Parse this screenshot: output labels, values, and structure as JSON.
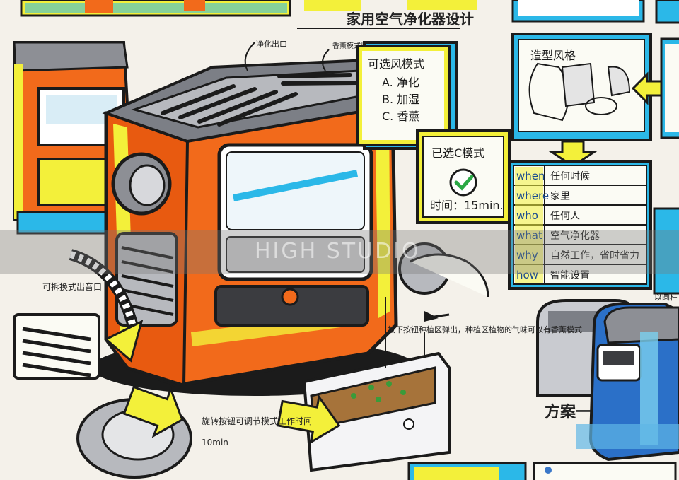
{
  "title": "家用空气净化器设计",
  "labels": {
    "purify_outlet": "净化出口",
    "aroma_outlet": "香薰模式出口",
    "grill_label": "可拆换式出音口",
    "rotary_label": "旋转按钮可调节模式工作时间",
    "rotary_time": "10min",
    "drawer_label": "按下按钮种植区弹出，种植区植物的气味可以有香薰模式",
    "scheme": "方案一",
    "side_note": "以圆柱"
  },
  "mode_box": {
    "title": "可选风模式",
    "options": [
      "A. 净化",
      "B. 加湿",
      "C. 香薰"
    ]
  },
  "status_box": {
    "title": "已选C模式",
    "time": "时间：15min."
  },
  "style_box": {
    "title": "造型风格"
  },
  "table_5w": {
    "rows": [
      {
        "key": "when",
        "value": "任何时候"
      },
      {
        "key": "where",
        "value": "家里"
      },
      {
        "key": "who",
        "value": "任何人"
      },
      {
        "key": "what",
        "value": "空气净化器"
      },
      {
        "key": "why",
        "value": "自然工作，省时省力"
      },
      {
        "key": "how",
        "value": "智能设置"
      }
    ]
  },
  "watermark": "HIGH STUDIO",
  "colors": {
    "paper": "#f4f1ea",
    "orange": "#f26a1b",
    "yellow": "#f3f03a",
    "cyan": "#2bb8e8",
    "blue": "#3a78c9",
    "grey": "#7c7f86",
    "dark": "#1b1b1b"
  }
}
